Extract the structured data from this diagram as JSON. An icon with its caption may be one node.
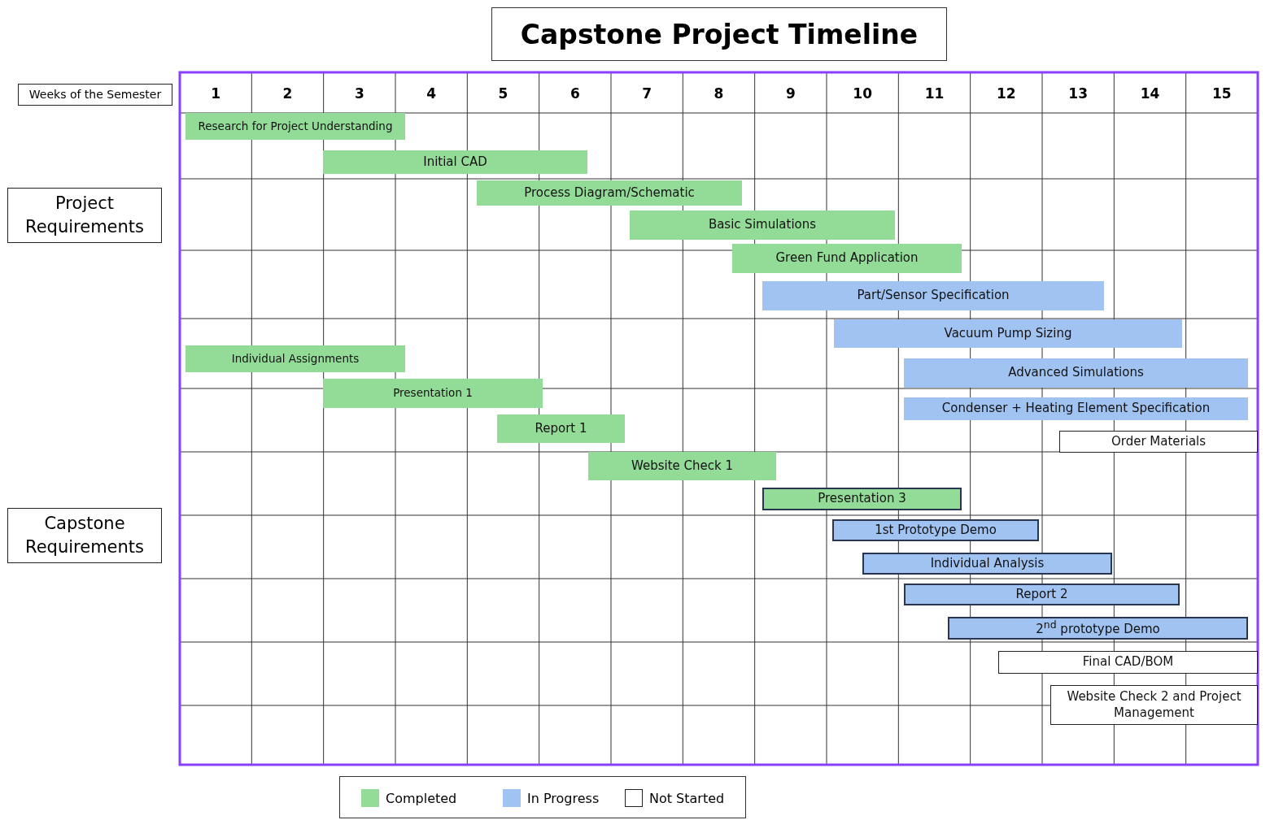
{
  "diagram": {
    "title": "Capstone Project Timeline",
    "nodes": [
      {
        "text": [
          "Weeks of the Semester"
        ]
      },
      {
        "text": [
          "Project Requirements"
        ]
      },
      {
        "text": [
          "Capstone Requirements"
        ]
      },
      {
        "text": [
          "Research for Project Understanding"
        ]
      },
      {
        "text": [
          "Initial CAD"
        ]
      },
      {
        "text": [
          "Process Diagram/Schematic"
        ]
      },
      {
        "text": [
          "Basic Simulations"
        ]
      },
      {
        "text": [
          "Green Fund Application"
        ]
      },
      {
        "text": [
          "Part/Sensor Specification"
        ]
      },
      {
        "text": [
          "Vacuum Pump Sizing"
        ]
      },
      {
        "text": [
          "Individual Assignments"
        ]
      },
      {
        "text": [
          "Advanced Simulations"
        ]
      },
      {
        "text": [
          "Presentation 1"
        ]
      },
      {
        "text": [
          "Condenser + Heating Element Specification"
        ]
      },
      {
        "text": [
          "Report 1"
        ]
      },
      {
        "text": [
          "Order Materials"
        ]
      },
      {
        "text": [
          "Website Check 1"
        ]
      },
      {
        "text": [
          "Presentation 3"
        ]
      },
      {
        "text": [
          "1st Prototype Demo"
        ]
      },
      {
        "text": [
          "Individual Analysis"
        ]
      },
      {
        "text": [
          "Report 2"
        ]
      },
      {
        "text": [
          "2$^{nd}$ prototype Demo"
        ]
      },
      {
        "text": [
          "Final CAD/BOM"
        ]
      },
      {
        "text": [
          "Website Check 2 and Project Management"
        ]
      }
    ],
    "labels": [
      "1",
      "2",
      "3",
      "4",
      "5",
      "6",
      "7",
      "8",
      "9",
      "10",
      "11",
      "12",
      "13",
      "14",
      "15"
    ],
    "legend": [
      {
        "text": "Completed",
        "color": "#93dc98"
      },
      {
        "text": "In Progress",
        "color": "#a0c3f2"
      },
      {
        "text": "Not Started",
        "color": "#ffffff"
      }
    ]
  }
}
